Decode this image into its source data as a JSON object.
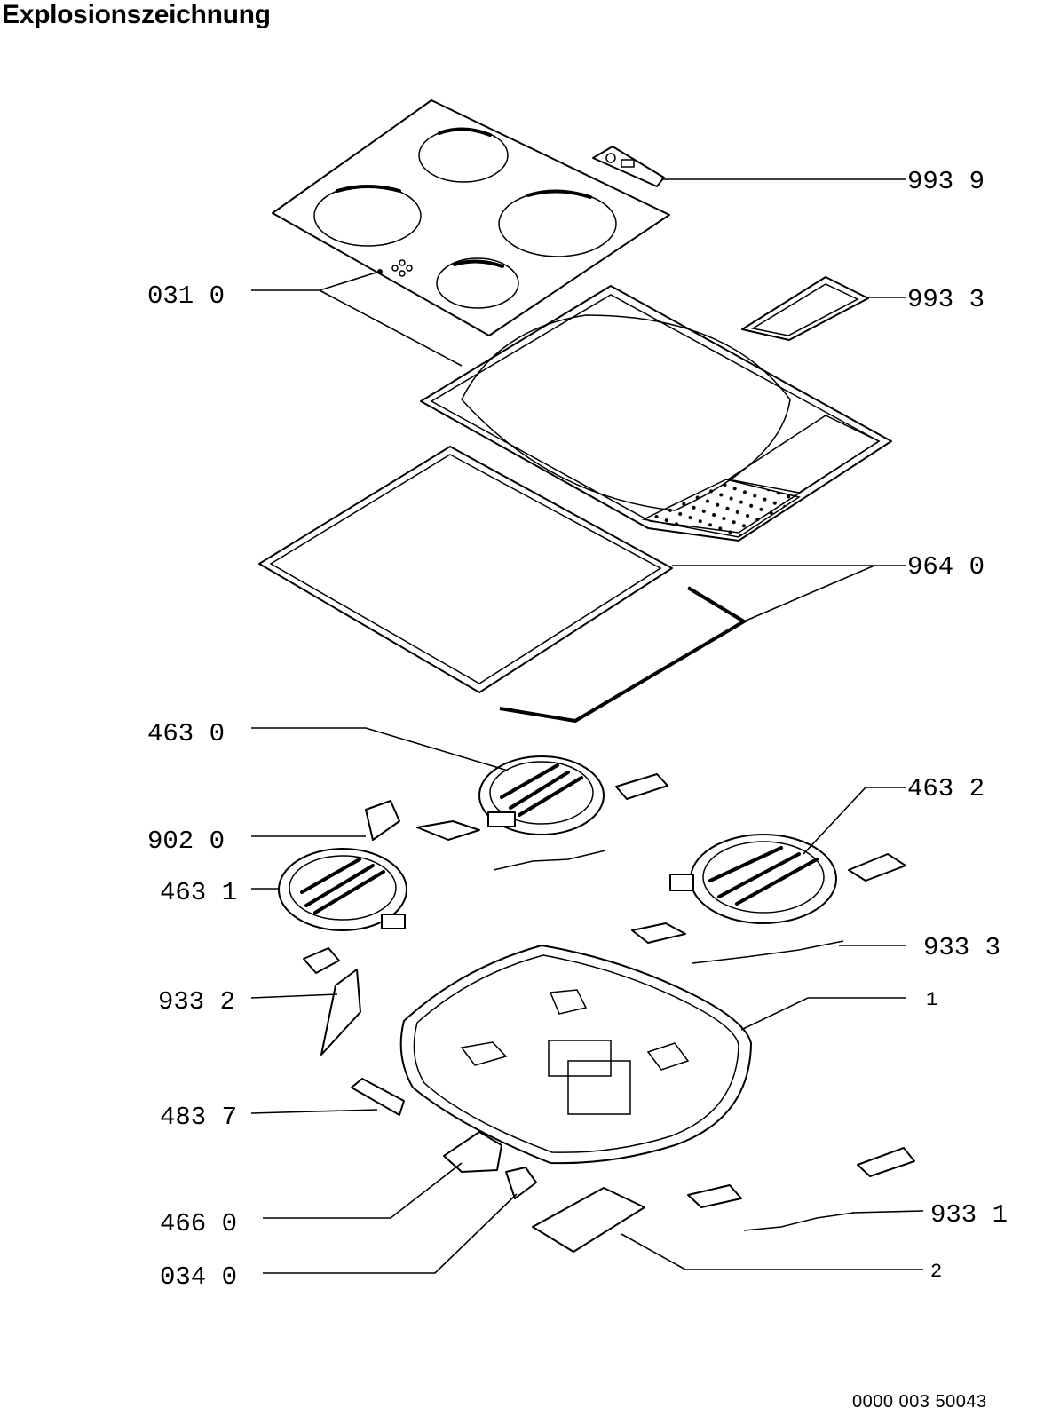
{
  "title": "Explosionszeichnung",
  "document_number": "0000 003 50043",
  "callouts": [
    {
      "id": "c-9939",
      "label": "993 9"
    },
    {
      "id": "c-0310",
      "label": "031 0"
    },
    {
      "id": "c-9933",
      "label": "993 3"
    },
    {
      "id": "c-9640",
      "label": "964 0"
    },
    {
      "id": "c-4630",
      "label": "463 0"
    },
    {
      "id": "c-4632",
      "label": "463 2"
    },
    {
      "id": "c-9020",
      "label": "902 0"
    },
    {
      "id": "c-4631",
      "label": "463 1"
    },
    {
      "id": "c-9333",
      "label": "933 3"
    },
    {
      "id": "c-9332",
      "label": "933 2"
    },
    {
      "id": "c-1",
      "label": "1"
    },
    {
      "id": "c-4837",
      "label": "483 7"
    },
    {
      "id": "c-4660",
      "label": "466 0"
    },
    {
      "id": "c-9331",
      "label": "933 1"
    },
    {
      "id": "c-0340",
      "label": "034 0"
    },
    {
      "id": "c-2",
      "label": "2"
    }
  ]
}
